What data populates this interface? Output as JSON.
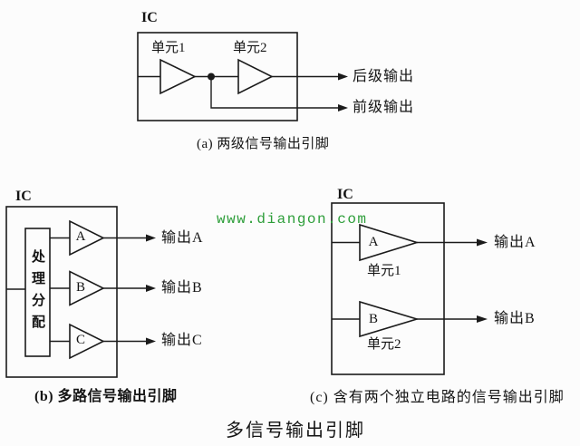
{
  "page": {
    "background": "#fcfcfc",
    "line_color": "#1b1b1b"
  },
  "watermark": {
    "text": "www.diangon.com",
    "color": "#2e9e3a"
  },
  "title_bottom": "多信号输出引脚",
  "diagram_a": {
    "ic_label": "IC",
    "unit1_label": "单元1",
    "unit2_label": "单元2",
    "output_rear": "后级输出",
    "output_front": "前级输出",
    "caption": "(a) 两级信号输出引脚"
  },
  "diagram_b": {
    "ic_label": "IC",
    "processor_label": "处理分配",
    "amp_labels": [
      "A",
      "B",
      "C"
    ],
    "outputs": [
      "输出A",
      "输出B",
      "输出C"
    ],
    "caption": "(b) 多路信号输出引脚"
  },
  "diagram_c": {
    "ic_label": "IC",
    "amp_labels": [
      "A",
      "B"
    ],
    "unit_labels": [
      "单元1",
      "单元2"
    ],
    "outputs": [
      "输出A",
      "输出B"
    ],
    "caption": "(c) 含有两个独立电路的信号输出引脚"
  }
}
